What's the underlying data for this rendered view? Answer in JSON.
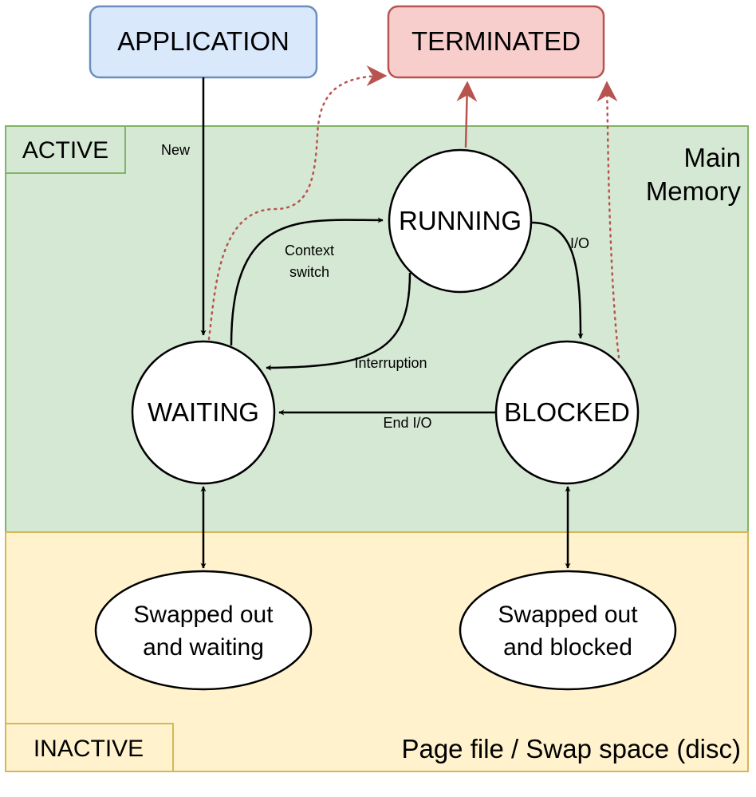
{
  "colors": {
    "application_fill": "#dae8fc",
    "application_stroke": "#6c8ebf",
    "terminated_fill": "#f8cecc",
    "terminated_stroke": "#b85450",
    "active_fill": "#d5e8d4",
    "active_stroke": "#82b366",
    "inactive_fill": "#fff2cc",
    "inactive_stroke": "#d6b656",
    "terminate_arrow": "#b85450"
  },
  "nodes": {
    "application": "APPLICATION",
    "terminated": "TERMINATED",
    "running": "RUNNING",
    "waiting": "WAITING",
    "blocked": "BLOCKED",
    "swapped_waiting": [
      "Swapped out",
      "and waiting"
    ],
    "swapped_blocked": [
      "Swapped out",
      "and blocked"
    ]
  },
  "regions": {
    "active_label": "ACTIVE",
    "active_note": [
      "Main",
      "Memory"
    ],
    "inactive_label": "INACTIVE",
    "inactive_note": "Page file / Swap space (disc)"
  },
  "edges": {
    "new": "New",
    "context_switch": [
      "Context",
      "switch"
    ],
    "interruption": "Interruption",
    "io": "I/O",
    "end_io": "End I/O"
  }
}
